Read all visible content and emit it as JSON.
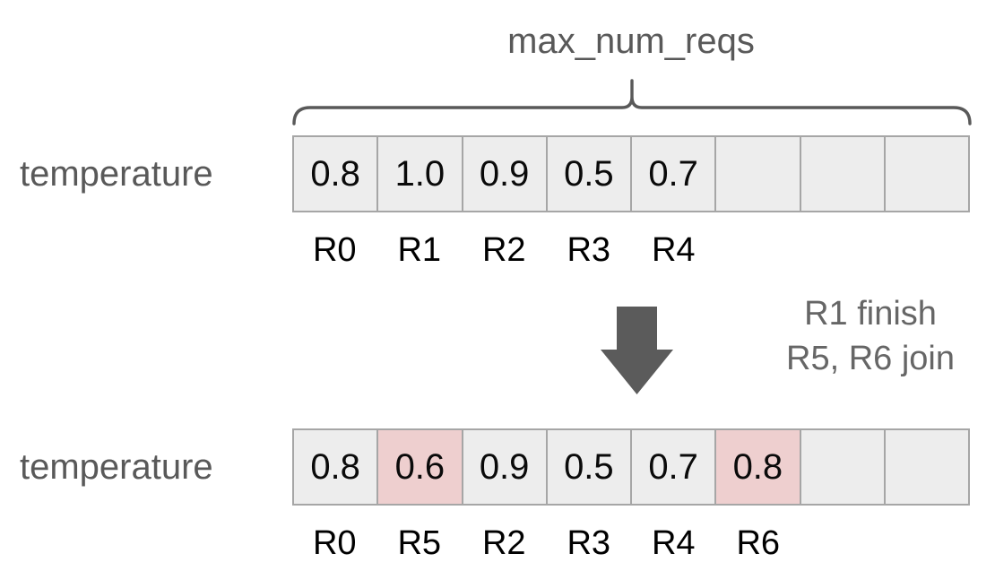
{
  "diagram": {
    "brace_label": "max_num_reqs",
    "colors": {
      "cell_fill": "#ededed",
      "cell_border": "#a6a6a6",
      "highlight_fill": "#eecfcf",
      "label_gray": "#595959",
      "note_gray": "#666666",
      "value_text": "#0a0a0a",
      "arrow_fill": "#5b5b5b",
      "background": "#ffffff"
    },
    "states": [
      {
        "label": "temperature",
        "capacity": 8,
        "cells": [
          {
            "value": "0.8",
            "request_id": "R0",
            "filled": true,
            "highlighted": false
          },
          {
            "value": "1.0",
            "request_id": "R1",
            "filled": true,
            "highlighted": false
          },
          {
            "value": "0.9",
            "request_id": "R2",
            "filled": true,
            "highlighted": false
          },
          {
            "value": "0.5",
            "request_id": "R3",
            "filled": true,
            "highlighted": false
          },
          {
            "value": "0.7",
            "request_id": "R4",
            "filled": true,
            "highlighted": false
          },
          {
            "value": "",
            "request_id": "",
            "filled": false,
            "highlighted": false
          },
          {
            "value": "",
            "request_id": "",
            "filled": false,
            "highlighted": false
          },
          {
            "value": "",
            "request_id": "",
            "filled": false,
            "highlighted": false
          }
        ]
      },
      {
        "label": "temperature",
        "capacity": 8,
        "cells": [
          {
            "value": "0.8",
            "request_id": "R0",
            "filled": true,
            "highlighted": false
          },
          {
            "value": "0.6",
            "request_id": "R5",
            "filled": true,
            "highlighted": true
          },
          {
            "value": "0.9",
            "request_id": "R2",
            "filled": true,
            "highlighted": false
          },
          {
            "value": "0.5",
            "request_id": "R3",
            "filled": true,
            "highlighted": false
          },
          {
            "value": "0.7",
            "request_id": "R4",
            "filled": true,
            "highlighted": false
          },
          {
            "value": "0.8",
            "request_id": "R6",
            "filled": true,
            "highlighted": true
          },
          {
            "value": "",
            "request_id": "",
            "filled": false,
            "highlighted": false
          },
          {
            "value": "",
            "request_id": "",
            "filled": false,
            "highlighted": false
          }
        ]
      }
    ],
    "transition": {
      "arrow_icon": "down-arrow-icon",
      "notes": [
        "R1 finish",
        "R5, R6 join"
      ]
    }
  }
}
